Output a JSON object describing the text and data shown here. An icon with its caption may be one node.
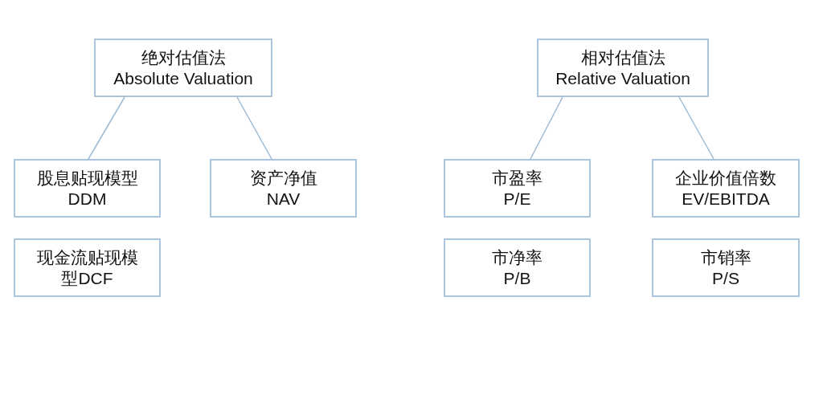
{
  "diagram": {
    "nodes": [
      {
        "text": [
          "绝对估值法",
          "Absolute Valuation"
        ]
      },
      {
        "text": [
          "股息贴现模型",
          "DDM"
        ]
      },
      {
        "text": [
          "资产净值",
          "NAV"
        ]
      },
      {
        "text": [
          "现金流贴现模型DCF"
        ]
      },
      {
        "text": [
          "相对估值法",
          "Relative Valuation"
        ]
      },
      {
        "text": [
          "市盈率",
          "P/E"
        ]
      },
      {
        "text": [
          "企业价值倍数",
          "EV/EBITDA"
        ]
      },
      {
        "text": [
          "市净率",
          "P/B"
        ]
      },
      {
        "text": [
          "市销率",
          "P/S"
        ]
      }
    ],
    "edges": [
      {
        "from": 0,
        "to": 1,
        "arrow": "none"
      },
      {
        "from": 0,
        "to": 2,
        "arrow": "none"
      },
      {
        "from": 4,
        "to": 5,
        "arrow": "none"
      },
      {
        "from": 4,
        "to": 6,
        "arrow": "none"
      }
    ]
  }
}
